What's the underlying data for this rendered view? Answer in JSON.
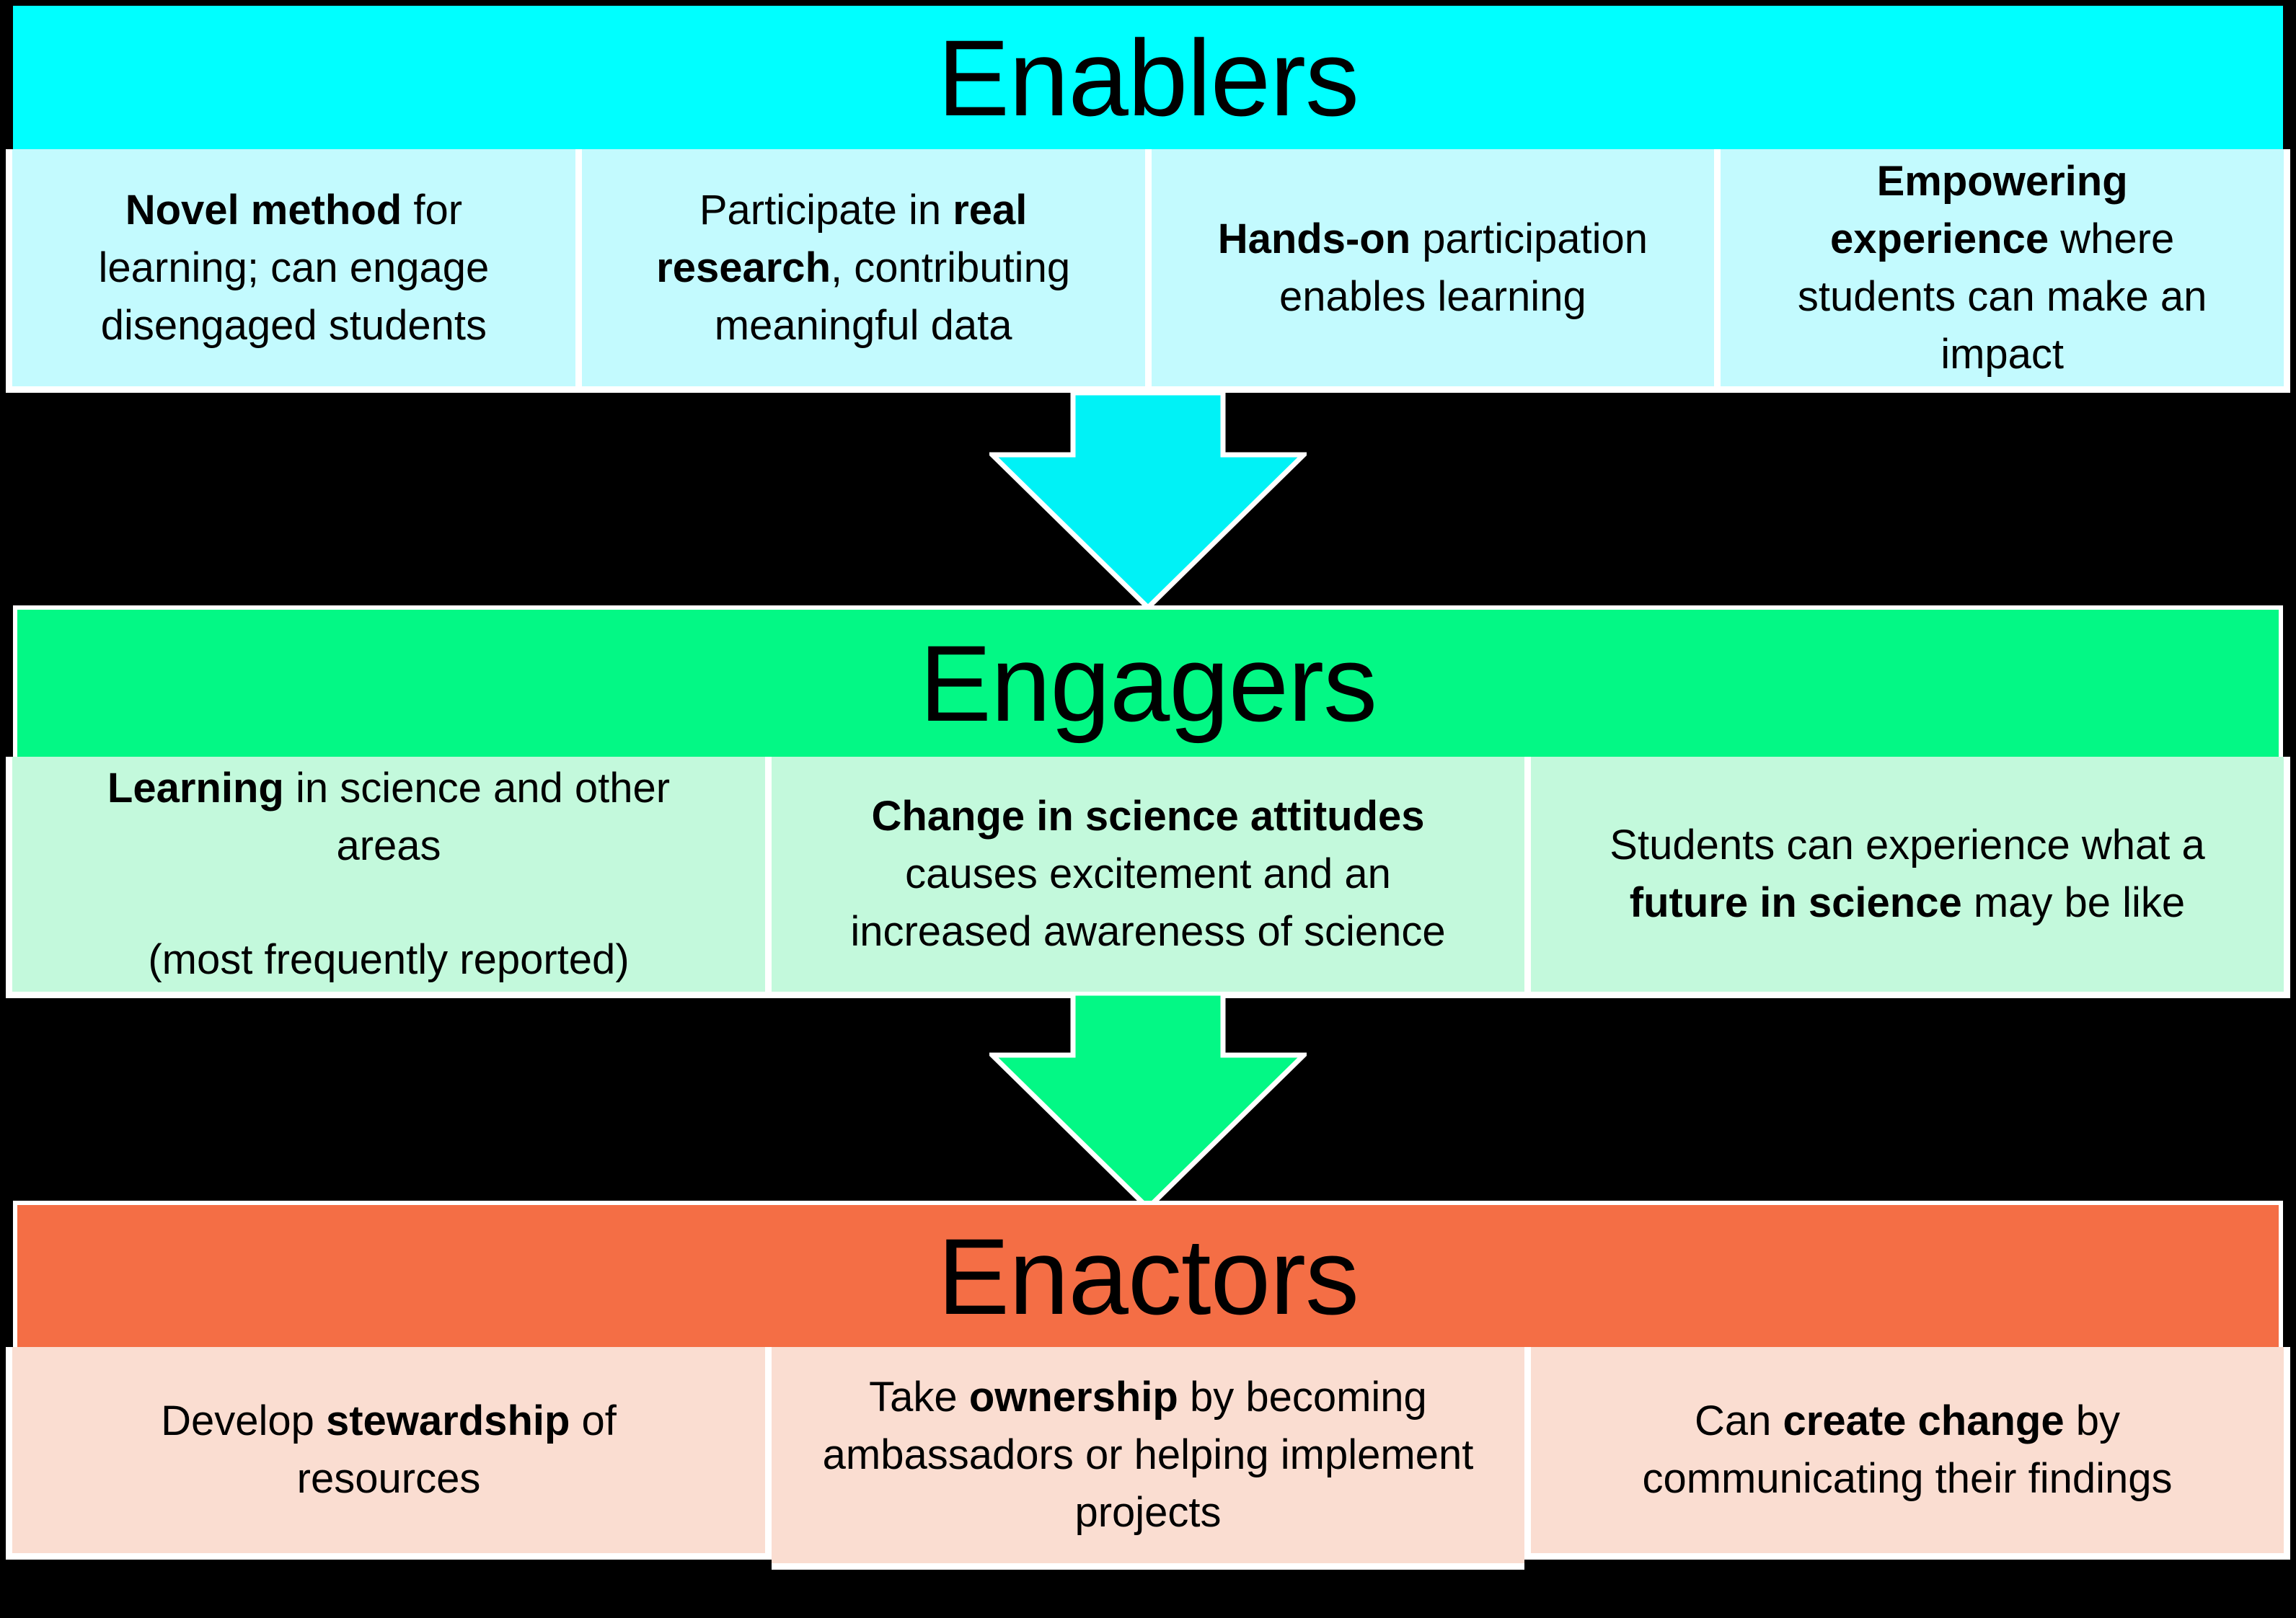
{
  "background_color": "#000000",
  "border_color": "#FFFFFF",
  "text_color": "#000000",
  "groups": [
    {
      "title": "Enablers",
      "header_color": "#00FFFF",
      "box_color": "#C3FAFE",
      "boxes": [
        {
          "paragraphs": [
            [
              {
                "text": "Novel method",
                "bold": true
              },
              {
                "text": " for learning; can engage disengaged students",
                "bold": false
              }
            ]
          ]
        },
        {
          "paragraphs": [
            [
              {
                "text": "Participate in ",
                "bold": false
              },
              {
                "text": "real research",
                "bold": true
              },
              {
                "text": ", contributing meaningful data",
                "bold": false
              }
            ]
          ]
        },
        {
          "paragraphs": [
            [
              {
                "text": "Hands-on",
                "bold": true
              },
              {
                "text": " participation enables learning",
                "bold": false
              }
            ]
          ]
        },
        {
          "paragraphs": [
            [
              {
                "text": "Empowering experience",
                "bold": true
              },
              {
                "text": " where students can make an impact",
                "bold": false
              }
            ]
          ]
        }
      ]
    },
    {
      "title": "Engagers",
      "header_color": "#03F885",
      "box_color": "#C3F9DC",
      "boxes": [
        {
          "paragraphs": [
            [
              {
                "text": "Learning",
                "bold": true
              },
              {
                "text": " in science and other areas",
                "bold": false
              }
            ],
            [
              {
                "text": "(most frequently reported)",
                "bold": false
              }
            ]
          ]
        },
        {
          "paragraphs": [
            [
              {
                "text": "Change in science attitudes",
                "bold": true
              },
              {
                "text": " causes excitement and an increased awareness of science",
                "bold": false
              }
            ]
          ]
        },
        {
          "paragraphs": [
            [
              {
                "text": "Students can experience what a ",
                "bold": false
              },
              {
                "text": "future in science",
                "bold": true
              },
              {
                "text": " may be like",
                "bold": false
              }
            ]
          ]
        }
      ]
    },
    {
      "title": "Enactors",
      "header_color": "#F46E45",
      "box_color": "#FADDD1",
      "boxes": [
        {
          "paragraphs": [
            [
              {
                "text": "Develop ",
                "bold": false
              },
              {
                "text": "stewardship",
                "bold": true
              },
              {
                "text": " of resources",
                "bold": false
              }
            ]
          ]
        },
        {
          "paragraphs": [
            [
              {
                "text": "Take ",
                "bold": false
              },
              {
                "text": "ownership",
                "bold": true
              },
              {
                "text": " by becoming ambassadors or helping implement projects",
                "bold": false
              }
            ]
          ]
        },
        {
          "paragraphs": [
            [
              {
                "text": "Can ",
                "bold": false
              },
              {
                "text": "create change",
                "bold": true
              },
              {
                "text": " by communicating their findings",
                "bold": false
              }
            ]
          ]
        }
      ]
    }
  ],
  "arrows": [
    {
      "name": "enablers-to-engagers",
      "color": "#00F2F6"
    },
    {
      "name": "engagers-to-enactors",
      "color": "#03F885"
    }
  ]
}
